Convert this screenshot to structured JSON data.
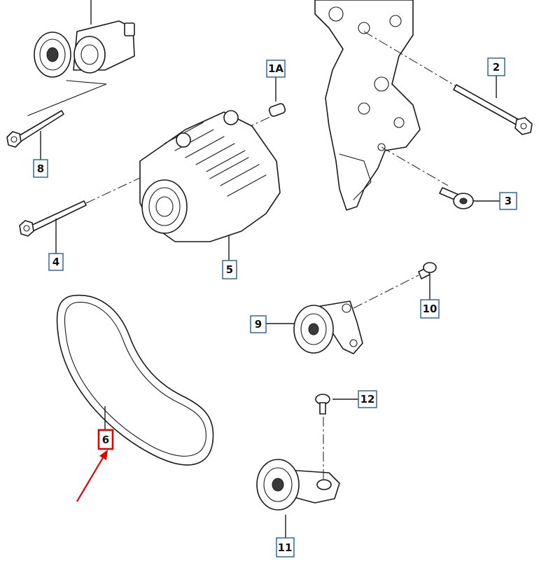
{
  "callouts": {
    "c1A": "1A",
    "c2": "2",
    "c3": "3",
    "c4": "4",
    "c5": "5",
    "c6": "6",
    "c8": "8",
    "c9": "9",
    "c10": "10",
    "c11": "11",
    "c12": "12"
  },
  "highlighted_callout": "6",
  "colors": {
    "line": "#1a1a1a",
    "callout_border": "#1f5f99",
    "highlight": "#e00000"
  }
}
